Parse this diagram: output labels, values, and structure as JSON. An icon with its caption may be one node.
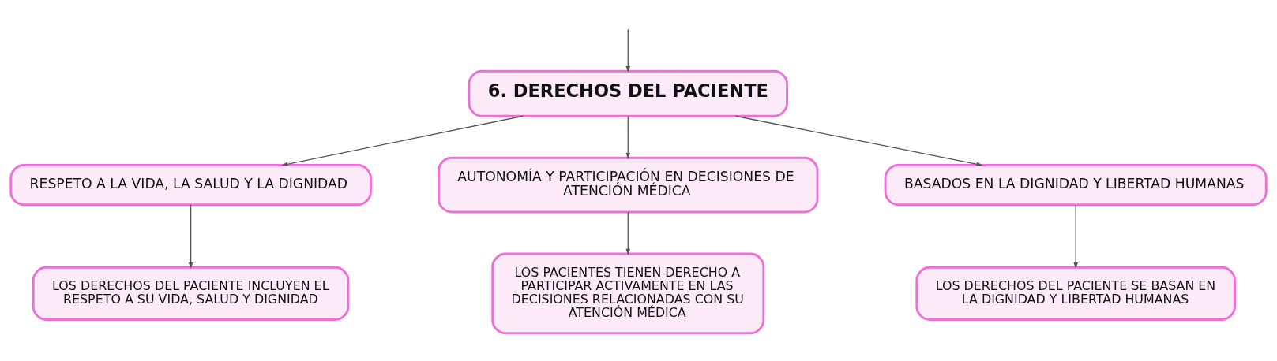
{
  "diagram": {
    "nodes": [
      {
        "text": [
          "6. DERECHOS DEL PACIENTE"
        ]
      },
      {
        "text": [
          "RESPETO A LA VIDA, LA SALUD Y LA DIGNIDAD"
        ]
      },
      {
        "text": [
          "AUTONOMÍA Y PARTICIPACIÓN EN DECISIONES DE ATENCIÓN MÉDICA"
        ]
      },
      {
        "text": [
          "BASADOS EN LA DIGNIDAD Y LIBERTAD HUMANAS"
        ]
      },
      {
        "text": [
          "LOS DERECHOS DEL PACIENTE INCLUYEN EL RESPETO A SU VIDA, SALUD Y DIGNIDAD"
        ]
      },
      {
        "text": [
          "LOS PACIENTES TIENEN DERECHO A PARTICIPAR ACTIVAMENTE EN LAS DECISIONES RELACIONADAS CON SU ATENCIÓN MÉDICA"
        ]
      },
      {
        "text": [
          "LOS DERECHOS DEL PACIENTE SE BASAN EN LA DIGNIDAD Y LIBERTAD HUMANAS"
        ]
      }
    ],
    "edges": [
      {
        "from": null,
        "to": 0,
        "arrow": "to"
      },
      {
        "from": 0,
        "to": 1,
        "arrow": "to"
      },
      {
        "from": 0,
        "to": 2,
        "arrow": "to"
      },
      {
        "from": 0,
        "to": 3,
        "arrow": "to"
      },
      {
        "from": 1,
        "to": 4,
        "arrow": "to"
      },
      {
        "from": 2,
        "to": 5,
        "arrow": "to"
      },
      {
        "from": 3,
        "to": 6,
        "arrow": "to"
      }
    ]
  }
}
